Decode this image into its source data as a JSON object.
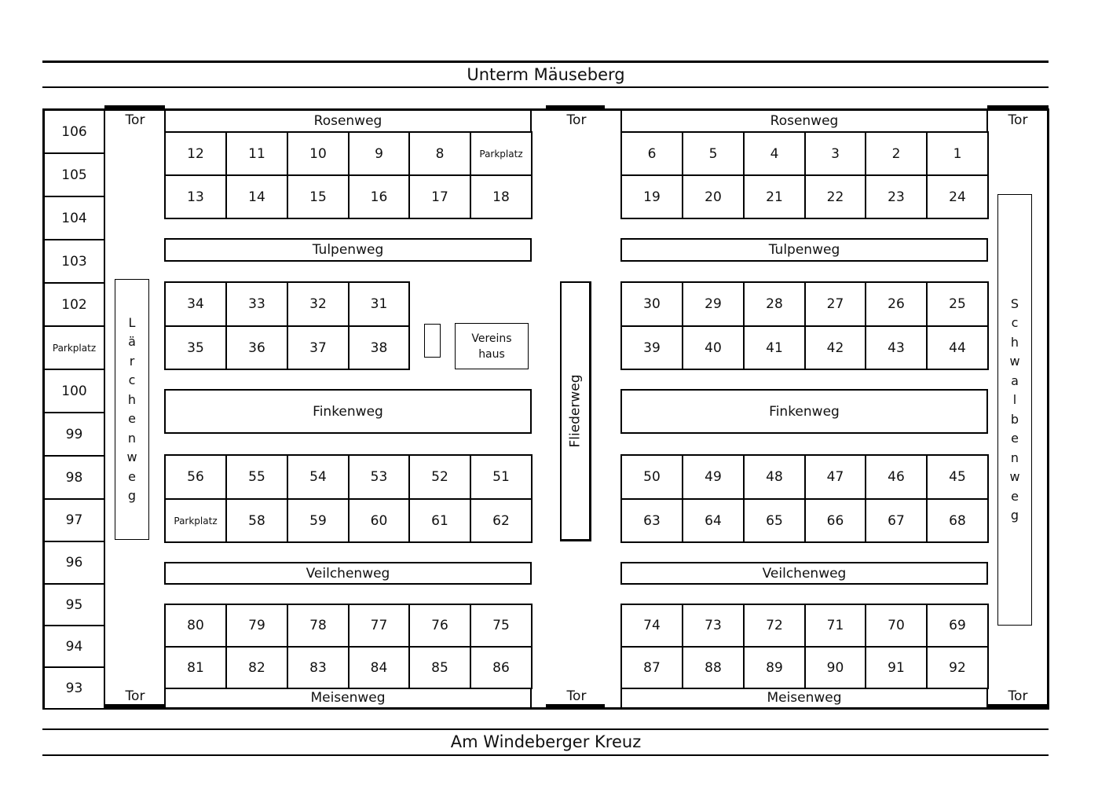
{
  "title_top": "Unterm Mäuseberg",
  "title_bottom": "Am Windeberger Kreuz",
  "gate_label": "Tor",
  "roads": {
    "rosenweg": "Rosenweg",
    "tulpenweg": "Tulpenweg",
    "finkenweg": "Finkenweg",
    "veilchenweg": "Veilchenweg",
    "meisenweg": "Meisenweg",
    "fliederweg": "Fliederweg",
    "laerchenweg": "Lärchenweg",
    "schwalbenweg": "Schwalbenweg"
  },
  "clubhouse": [
    "Vereins",
    "haus"
  ],
  "left_column": [
    "106",
    "105",
    "104",
    "103",
    "102",
    "Parkplatz",
    "100",
    "99",
    "98",
    "97",
    "96",
    "95",
    "94",
    "93"
  ],
  "blocks": {
    "A_left": [
      [
        "12",
        "11",
        "10",
        "9",
        "8",
        "Parkplatz"
      ],
      [
        "13",
        "14",
        "15",
        "16",
        "17",
        "18"
      ]
    ],
    "A_right": [
      [
        "6",
        "5",
        "4",
        "3",
        "2",
        "1"
      ],
      [
        "19",
        "20",
        "21",
        "22",
        "23",
        "24"
      ]
    ],
    "B_left": [
      [
        "34",
        "33",
        "32",
        "31"
      ],
      [
        "35",
        "36",
        "37",
        "38"
      ]
    ],
    "B_right": [
      [
        "30",
        "29",
        "28",
        "27",
        "26",
        "25"
      ],
      [
        "39",
        "40",
        "41",
        "42",
        "43",
        "44"
      ]
    ],
    "C_left": [
      [
        "56",
        "55",
        "54",
        "53",
        "52",
        "51"
      ],
      [
        "Parkplatz",
        "58",
        "59",
        "60",
        "61",
        "62"
      ]
    ],
    "C_right": [
      [
        "50",
        "49",
        "48",
        "47",
        "46",
        "45"
      ],
      [
        "63",
        "64",
        "65",
        "66",
        "67",
        "68"
      ]
    ],
    "D_left": [
      [
        "80",
        "79",
        "78",
        "77",
        "76",
        "75"
      ],
      [
        "81",
        "82",
        "83",
        "84",
        "85",
        "86"
      ]
    ],
    "D_right": [
      [
        "74",
        "73",
        "72",
        "71",
        "70",
        "69"
      ],
      [
        "87",
        "88",
        "89",
        "90",
        "91",
        "92"
      ]
    ]
  }
}
